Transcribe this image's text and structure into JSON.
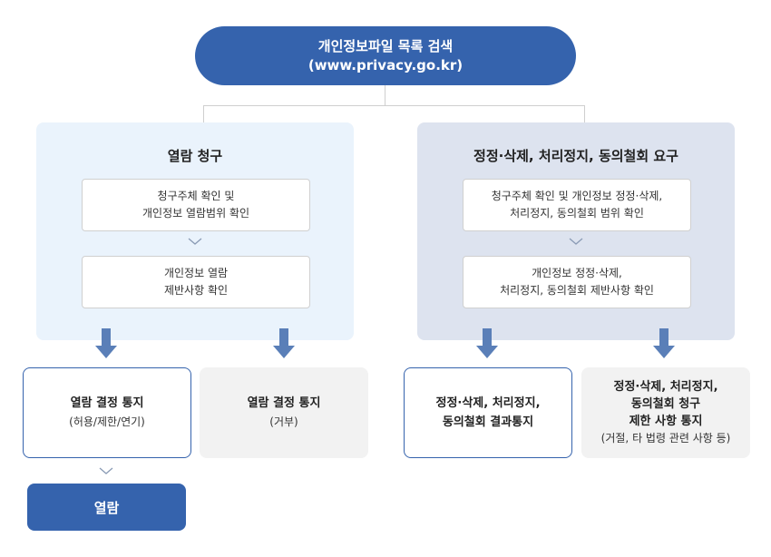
{
  "top": {
    "title": "개인정보파일 목록 검색",
    "url": "(www.privacy.go.kr)"
  },
  "left_panel": {
    "title": "열람 청구",
    "step1": [
      "청구주체 확인 및",
      "개인정보 열람범위 확인"
    ],
    "step2": [
      "개인정보 열람",
      "제반사항 확인"
    ]
  },
  "right_panel": {
    "title": "정정·삭제, 처리정지, 동의철회 요구",
    "step1": [
      "청구주체 확인 및 개인정보 정정·삭제,",
      "처리정지, 동의철회 범위 확인"
    ],
    "step2": [
      "개인정보 정정·삭제,",
      "처리정지, 동의철회 제반사항 확인"
    ]
  },
  "results": {
    "approve": {
      "title": "열람 결정 통지",
      "sub": "(허용/제한/연기)"
    },
    "reject": {
      "title": "열람 결정 통지",
      "sub": "(거부)"
    },
    "correction_result": {
      "lines": [
        "정정·삭제, 처리정지,",
        "동의철회 결과통지"
      ]
    },
    "correction_limit": {
      "lines": [
        "정정·삭제, 처리정지,",
        "동의철회 청구",
        "제한 사항 통지"
      ],
      "sub": "(거절, 타 법령 관련 사항 등)"
    }
  },
  "final": {
    "label": "열람"
  },
  "colors": {
    "primary": "#3563ad",
    "arrow": "#5a7fb8",
    "left_panel_bg": "#eaf3fc",
    "right_panel_bg": "#dde3ef",
    "gray_box": "#f2f2f2",
    "connector": "#cfcfcf"
  }
}
